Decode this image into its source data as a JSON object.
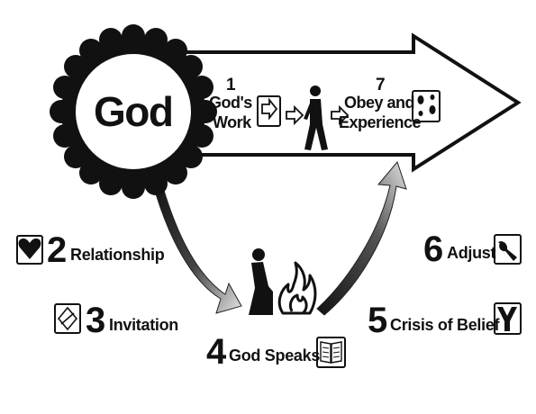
{
  "center": {
    "text": "God"
  },
  "step1": {
    "number": "1",
    "line1": "God's",
    "line2": "Work"
  },
  "step7": {
    "number": "7",
    "line1": "Obey and",
    "line2": "Experience"
  },
  "step2": {
    "number": "2",
    "text": "Relationship"
  },
  "step3": {
    "number": "3",
    "text": "Invitation"
  },
  "step4": {
    "number": "4",
    "text": "God Speaks"
  },
  "step5": {
    "number": "5",
    "text": "Crisis of Belief"
  },
  "step6": {
    "number": "6",
    "text": "Adjust"
  },
  "colors": {
    "ink": "#111111",
    "paper": "#ffffff",
    "gradientLight": "#d8d8d8"
  },
  "icons": [
    "heart-icon",
    "invitation-icon",
    "bible-icon",
    "crossroads-icon",
    "wrench-icon",
    "footprints-icon",
    "enter-icon",
    "walking-man-icon",
    "kneeling-man-icon",
    "burning-bush-icon"
  ]
}
